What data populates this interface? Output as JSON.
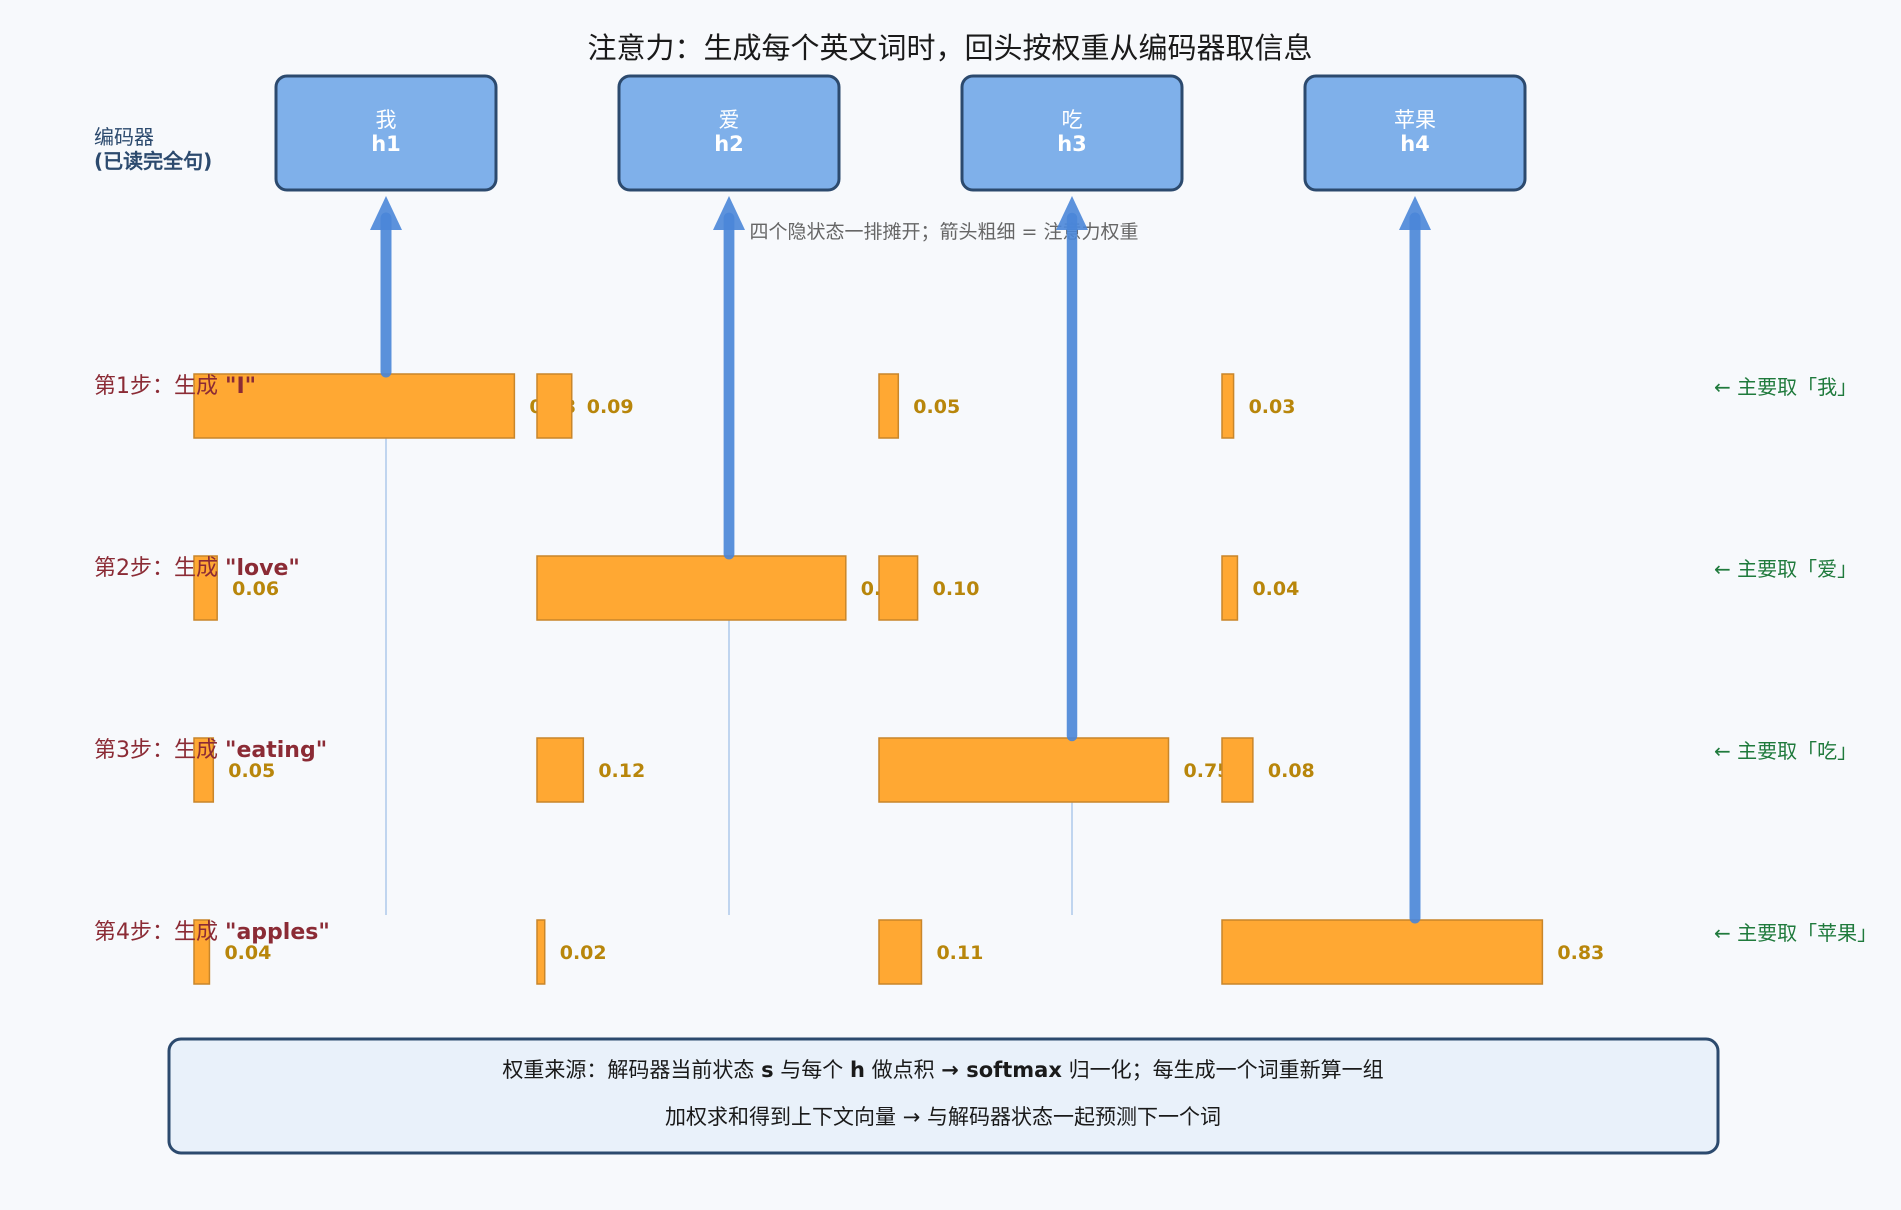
{
  "title": "注意力：生成每个英文词时，回头按权重从编码器取信息",
  "encoder_label": "编码器",
  "encoder_sublabel": "(已读完全句)",
  "encoder_states": [
    {
      "word": "我",
      "state": "h1"
    },
    {
      "word": "爱",
      "state": "h2"
    },
    {
      "word": "吃",
      "state": "h3"
    },
    {
      "word": "苹果",
      "state": "h4"
    }
  ],
  "caption": "四个隐状态一排摊开；箭头粗细 = 注意力权重",
  "steps": [
    {
      "prefix": "第1步：生成 ",
      "word": "\"I\"",
      "weights": [
        "0.83",
        "0.09",
        "0.05",
        "0.03"
      ],
      "note": "← 主要取「我」"
    },
    {
      "prefix": "第2步：生成 ",
      "word": "\"love\"",
      "weights": [
        "0.06",
        "0.80",
        "0.10",
        "0.04"
      ],
      "note": "← 主要取「爱」"
    },
    {
      "prefix": "第3步：生成 ",
      "word": "\"eating\"",
      "weights": [
        "0.05",
        "0.12",
        "0.75",
        "0.08"
      ],
      "note": "← 主要取「吃」"
    },
    {
      "prefix": "第4步：生成 ",
      "word": "\"apples\"",
      "weights": [
        "0.04",
        "0.02",
        "0.11",
        "0.83"
      ],
      "note": "← 主要取「苹果」"
    }
  ],
  "footer": {
    "line1": [
      {
        "text": "权重来源：解码器当前状态 ",
        "bold": false
      },
      {
        "text": "s",
        "bold": true
      },
      {
        "text": " 与每个 ",
        "bold": false
      },
      {
        "text": "h",
        "bold": true
      },
      {
        "text": " 做点积 ",
        "bold": false
      },
      {
        "text": "→ softmax",
        "bold": true
      },
      {
        "text": " 归一化；每生成一个词重新算一组",
        "bold": false
      }
    ],
    "line2": "加权求和得到上下文向量 → 与解码器状态一起预测下一个词"
  },
  "colors": {
    "box_fill": "#7fb0ea",
    "box_stroke": "#2c4a6e",
    "arrow": "#4a86d8",
    "bar_fill": "#ffa833",
    "bar_stroke": "#c9862a",
    "weight_text": "#b8860b",
    "step_text": "#8b2b35",
    "note_text": "#1f7a3c",
    "footer_fill": "#e9f1fa",
    "footer_stroke": "#2c4a6e"
  }
}
